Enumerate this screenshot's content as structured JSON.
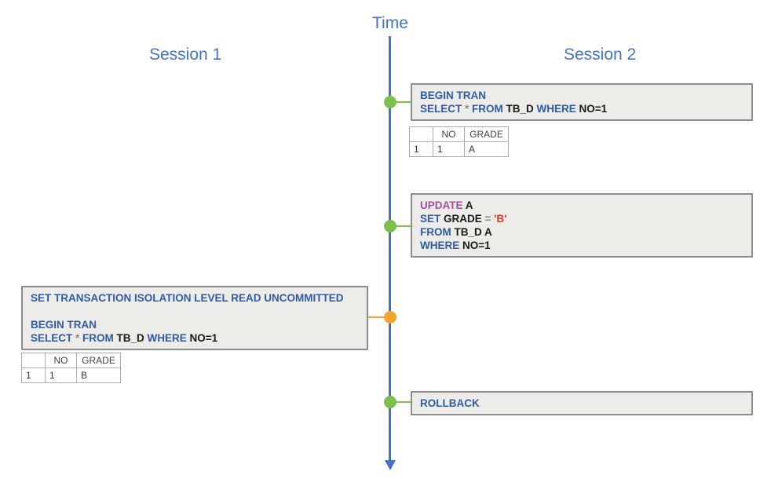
{
  "labels": {
    "time": "Time",
    "session1": "Session 1",
    "session2": "Session 2"
  },
  "colors": {
    "keyword": "#2E5CA6",
    "plain": "#1a1a1a",
    "op": "#8a8a8a",
    "upd": "#A0519F",
    "str": "#E03A2F",
    "accent": "#4472C4",
    "dot_green": "#7CBF4F",
    "dot_orange": "#F0A532",
    "box_bg": "#EDECE8",
    "box_border": "#8C8C8C"
  },
  "sql_boxes": {
    "s2_begin": {
      "lines": [
        [
          {
            "t": "BEGIN TRAN",
            "c": "kw"
          }
        ],
        [
          {
            "t": "SELECT ",
            "c": "kw"
          },
          {
            "t": "* ",
            "c": "op"
          },
          {
            "t": "FROM ",
            "c": "kw"
          },
          {
            "t": "TB_D ",
            "c": "plain"
          },
          {
            "t": "WHERE ",
            "c": "kw"
          },
          {
            "t": "NO=1",
            "c": "plain"
          }
        ]
      ]
    },
    "s2_update": {
      "lines": [
        [
          {
            "t": "UPDATE ",
            "c": "upd"
          },
          {
            "t": "A",
            "c": "plain"
          }
        ],
        [
          {
            "t": "SET ",
            "c": "kw"
          },
          {
            "t": "GRADE ",
            "c": "plain"
          },
          {
            "t": "= ",
            "c": "op"
          },
          {
            "t": "'B'",
            "c": "str"
          }
        ],
        [
          {
            "t": "FROM ",
            "c": "kw"
          },
          {
            "t": "TB_D A",
            "c": "plain"
          }
        ],
        [
          {
            "t": "WHERE ",
            "c": "kw"
          },
          {
            "t": "NO=1",
            "c": "plain"
          }
        ]
      ]
    },
    "s1_read_uncommitted": {
      "lines": [
        [
          {
            "t": "SET TRANSACTION ISOLATION LEVEL READ UNCOMMITTED",
            "c": "kw"
          }
        ],
        [],
        [
          {
            "t": "BEGIN TRAN",
            "c": "kw"
          }
        ],
        [
          {
            "t": "SELECT ",
            "c": "kw"
          },
          {
            "t": "* ",
            "c": "op"
          },
          {
            "t": "FROM ",
            "c": "kw"
          },
          {
            "t": "TB_D ",
            "c": "plain"
          },
          {
            "t": "WHERE ",
            "c": "kw"
          },
          {
            "t": "NO=1",
            "c": "plain"
          }
        ]
      ]
    },
    "s2_rollback": {
      "lines": [
        [
          {
            "t": "ROLLBACK",
            "c": "kw"
          }
        ]
      ]
    }
  },
  "result_tables": {
    "s2_select_result": {
      "headers": [
        "",
        "NO",
        "GRADE"
      ],
      "row_label": "1",
      "cells": {
        "no": "1",
        "grade": "A"
      }
    },
    "s1_select_result": {
      "headers": [
        "",
        "NO",
        "GRADE"
      ],
      "row_label": "1",
      "cells": {
        "no": "1",
        "grade": "B"
      }
    }
  }
}
